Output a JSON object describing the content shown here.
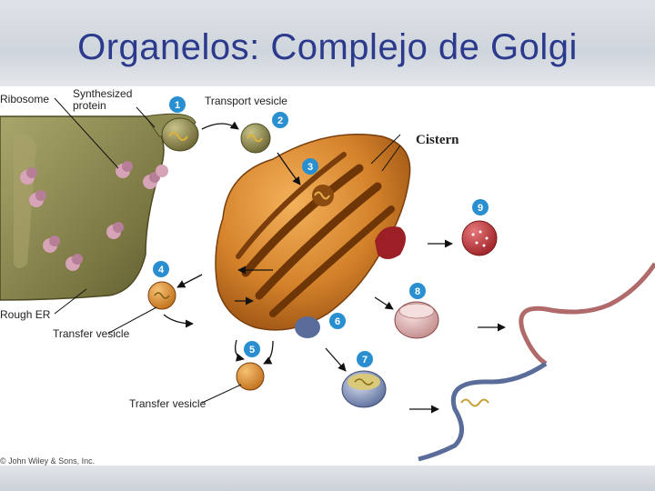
{
  "slide": {
    "title": "Organelos: Complejo de Golgi"
  },
  "diagram": {
    "labels": {
      "ribosome": "Ribosome",
      "synthesized_protein_1": "Synthesized",
      "synthesized_protein_2": "protein",
      "transport_vesicle": "Transport vesicle",
      "cistern": "Cistern",
      "rough_er": "Rough ER",
      "transfer_vesicle_1": "Transfer vesicle",
      "transfer_vesicle_2": "Transfer vesicle",
      "copyright": "© John Wiley & Sons, Inc."
    },
    "steps": [
      "1",
      "2",
      "3",
      "4",
      "5",
      "6",
      "7",
      "8",
      "9"
    ],
    "colors": {
      "step_badge": "#2a8fd0",
      "golgi": "#c9761f",
      "rough_er": "#7d7a45",
      "membrane_red": "#b06a6a",
      "membrane_blue": "#5a6d9a"
    }
  }
}
